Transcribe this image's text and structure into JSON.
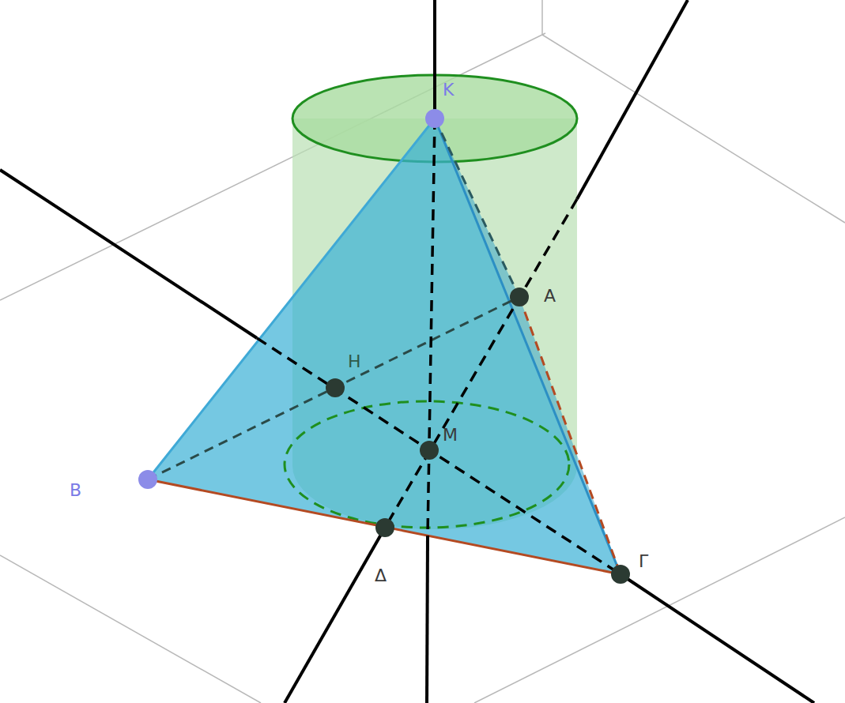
{
  "diagram": {
    "labels": [
      "K",
      "A",
      "H",
      "M",
      "B",
      "Δ",
      "Γ"
    ]
  }
}
